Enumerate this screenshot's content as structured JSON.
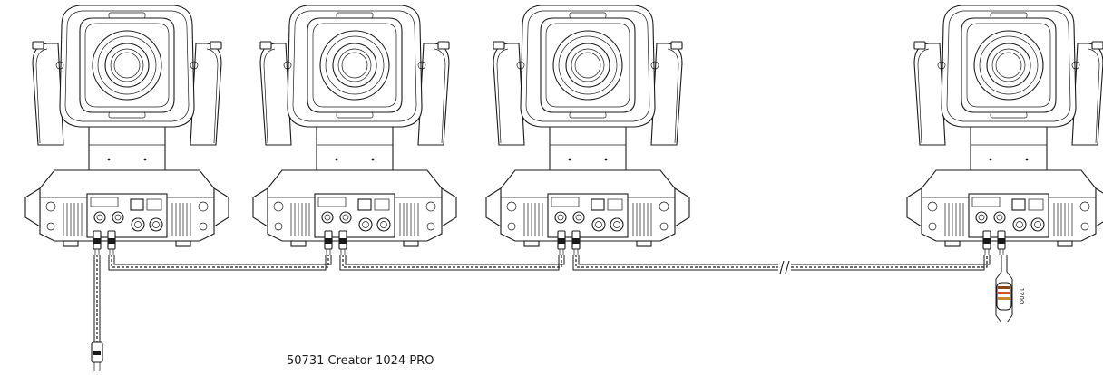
{
  "diagram": {
    "fixtures": [
      {
        "id": "fixture-1"
      },
      {
        "id": "fixture-2"
      },
      {
        "id": "fixture-3"
      },
      {
        "id": "fixture-4"
      }
    ],
    "controller_label": "50731 Creator 1024 PRO",
    "terminator_label": "120Ω",
    "colors": {
      "line": "#1a1a1a",
      "background": "#ffffff",
      "resistor_band_1": "#8b4513",
      "resistor_band_2": "#d0542a",
      "resistor_band_3": "#c88a2a"
    },
    "cable_break_symbol": "break"
  }
}
